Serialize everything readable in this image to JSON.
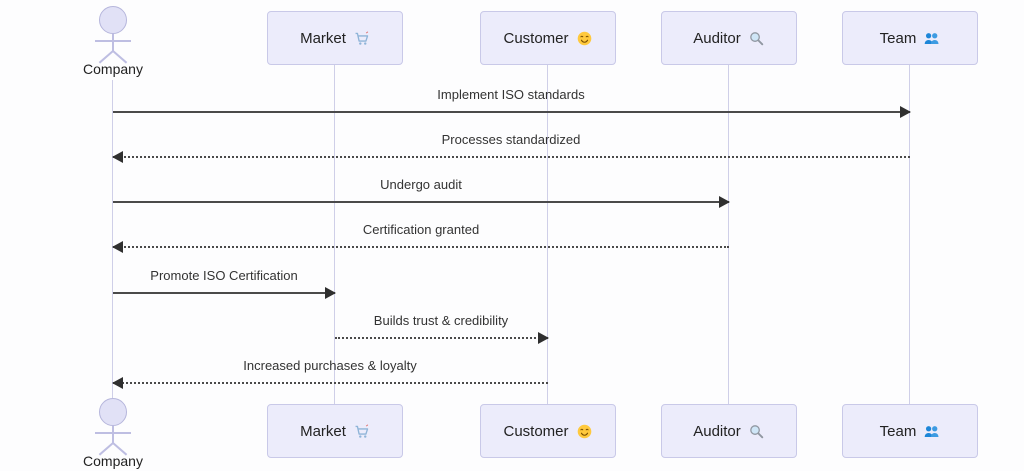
{
  "diagram": {
    "type": "sequence-diagram",
    "actor": {
      "name": "Company"
    },
    "participants": [
      {
        "label": "Market",
        "icon": "cart-icon"
      },
      {
        "label": "Customer",
        "icon": "smiley-icon"
      },
      {
        "label": "Auditor",
        "icon": "magnifier-icon"
      },
      {
        "label": "Team",
        "icon": "team-icon"
      }
    ],
    "messages": [
      {
        "text": "Implement ISO standards",
        "from": "Company",
        "to": "Team",
        "line": "solid",
        "direction": "right"
      },
      {
        "text": "Processes standardized",
        "from": "Team",
        "to": "Company",
        "line": "dotted",
        "direction": "left"
      },
      {
        "text": "Undergo audit",
        "from": "Company",
        "to": "Auditor",
        "line": "solid",
        "direction": "right"
      },
      {
        "text": "Certification granted",
        "from": "Auditor",
        "to": "Company",
        "line": "dotted",
        "direction": "left"
      },
      {
        "text": "Promote ISO Certification",
        "from": "Company",
        "to": "Market",
        "line": "solid",
        "direction": "right"
      },
      {
        "text": "Builds trust & credibility",
        "from": "Market",
        "to": "Customer",
        "line": "dotted",
        "direction": "right"
      },
      {
        "text": "Increased purchases & loyalty",
        "from": "Customer",
        "to": "Company",
        "line": "dotted",
        "direction": "left"
      }
    ],
    "colors": {
      "participant_fill": "#ECECFB",
      "participant_border": "#C9C9E8",
      "lifeline": "#CFCFE8",
      "arrow": "#4A4A4A",
      "text": "#2F2F2F",
      "actor_fill": "#E1E1F6",
      "actor_stroke": "#B6B6DC",
      "team_icon_blue": "#1D86D8",
      "smiley_yellow": "#FFC93D"
    }
  }
}
